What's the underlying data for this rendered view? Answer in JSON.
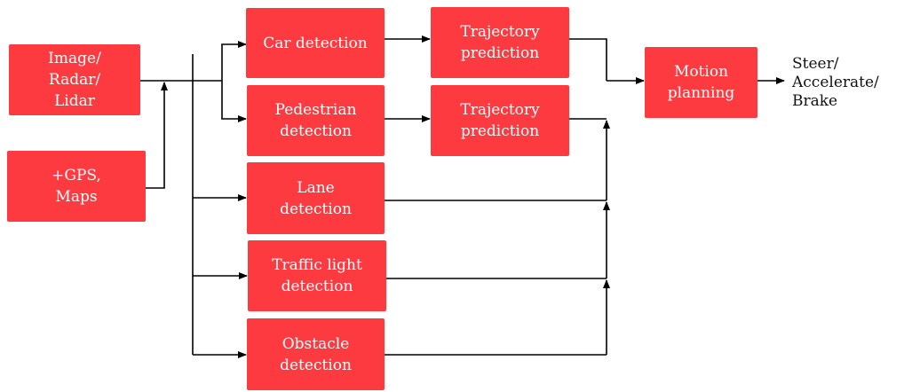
{
  "colors": {
    "box_fill": "#fe3a41",
    "box_text": "#ffffff",
    "wire": "#000000"
  },
  "nodes": {
    "sensors": "Image/\nRadar/\nLidar",
    "gps_maps": "+GPS,\nMaps",
    "car_detection": "Car detection",
    "pedestrian_detection": "Pedestrian\ndetection",
    "lane_detection": "Lane\ndetection",
    "traffic_light_detection": "Traffic light\ndetection",
    "obstacle_detection": "Obstacle\ndetection",
    "car_trajectory": "Trajectory\nprediction",
    "pedestrian_trajectory": "Trajectory\nprediction",
    "motion_planning": "Motion\nplanning"
  },
  "output_label": "Steer/\nAccelerate/\nBrake",
  "edges": [
    [
      "sensors",
      "car_detection"
    ],
    [
      "sensors",
      "pedestrian_detection"
    ],
    [
      "sensors",
      "lane_detection"
    ],
    [
      "sensors",
      "traffic_light_detection"
    ],
    [
      "sensors",
      "obstacle_detection"
    ],
    [
      "gps_maps",
      "sensors-bus"
    ],
    [
      "car_detection",
      "car_trajectory"
    ],
    [
      "pedestrian_detection",
      "pedestrian_trajectory"
    ],
    [
      "car_trajectory",
      "motion_planning"
    ],
    [
      "pedestrian_trajectory",
      "motion_planning"
    ],
    [
      "lane_detection",
      "motion_planning"
    ],
    [
      "traffic_light_detection",
      "motion_planning"
    ],
    [
      "obstacle_detection",
      "motion_planning"
    ],
    [
      "motion_planning",
      "output"
    ]
  ]
}
